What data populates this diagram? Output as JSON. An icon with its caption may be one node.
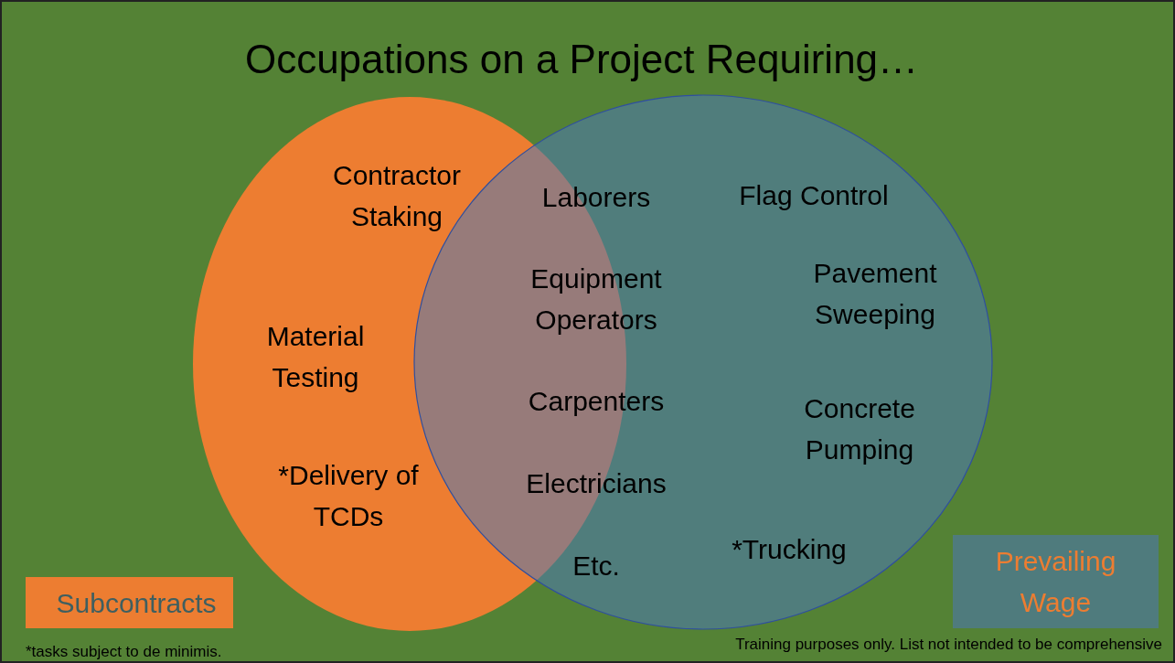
{
  "diagram": {
    "title": "Occupations on a Project Requiring…",
    "labels": [
      "Contractor Staking",
      "Laborers",
      "Flag Control",
      "Equipment Operators",
      "Pavement Sweeping",
      "Material Testing",
      "Carpenters",
      "Concrete Pumping",
      "*Delivery of TCDs",
      "Electricians",
      "*Trucking",
      "Etc.",
      "*tasks subject to de minimis.",
      "Training purposes only. List not intended to be comprehensive"
    ],
    "legend": [
      {
        "text": "Subcontracts",
        "color": "#ed7d31"
      },
      {
        "text": "Prevailing Wage",
        "color": "#4f7b7d"
      }
    ]
  }
}
